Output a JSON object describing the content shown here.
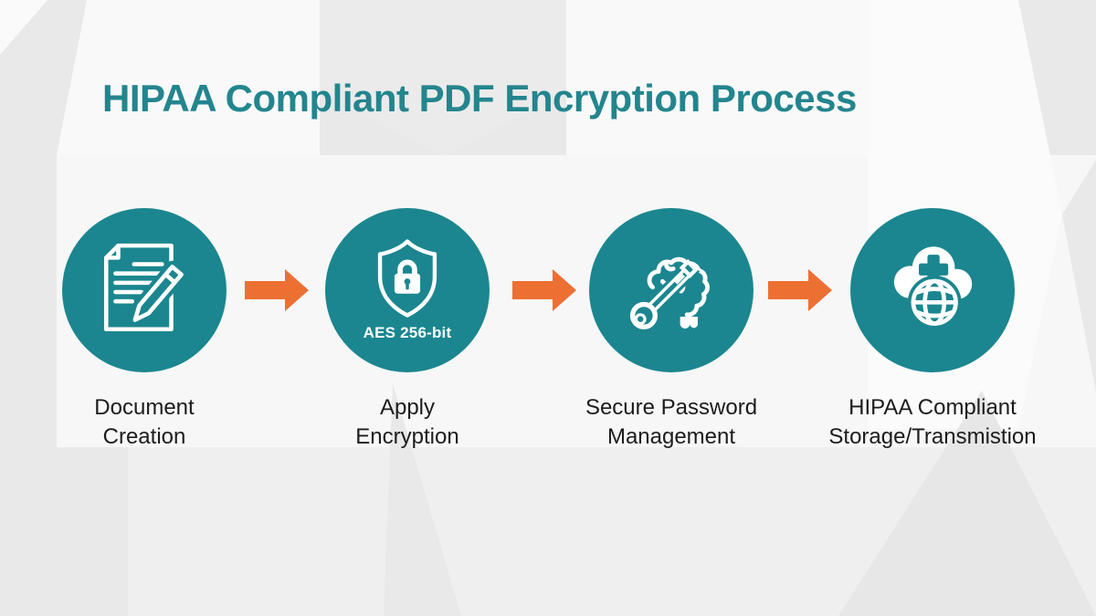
{
  "title": "HIPAA Compliant PDF Encryption Process",
  "colors": {
    "circle_teal": "#1b868f",
    "title_teal": "#23858e",
    "arrow_orange": "#ed7033",
    "label_dark": "#1c1c1c",
    "background_gray": "#ebebeb",
    "icon_white": "#ffffff"
  },
  "steps": [
    {
      "icon": "document-pencil-icon",
      "label_line1": "Document",
      "label_line2": "Creation",
      "badge": ""
    },
    {
      "icon": "shield-lock-icon",
      "label_line1": "Apply",
      "label_line2": "Encryption",
      "badge": "AES 256-bit"
    },
    {
      "icon": "key-brain-icon",
      "label_line1": "Secure Password",
      "label_line2": "Management",
      "badge": ""
    },
    {
      "icon": "cloud-medical-globe-icon",
      "label_line1": "HIPAA Compliant",
      "label_line2": "Storage/Transmistion",
      "badge": ""
    }
  ],
  "arrows": {
    "count": 3,
    "direction": "right",
    "color": "#ed7033"
  }
}
